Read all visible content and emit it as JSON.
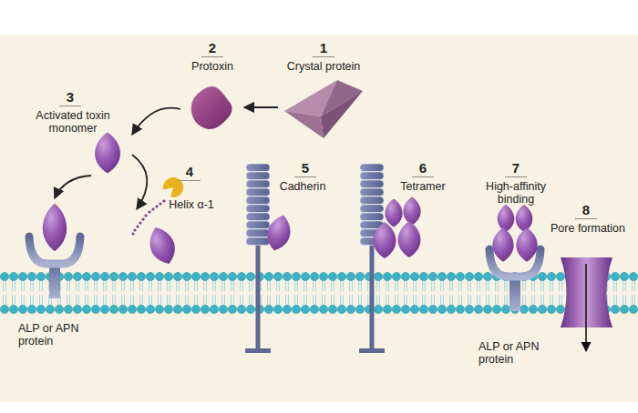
{
  "diagram": {
    "nodes": [
      {
        "text": [
          "1",
          "Crystal protein"
        ]
      },
      {
        "text": [
          "2",
          "Protoxin"
        ]
      },
      {
        "text": [
          "3",
          "Activated toxin monomer"
        ]
      },
      {
        "text": [
          "ALP or APN protein"
        ]
      },
      {
        "text": [
          "4",
          "Helix α-1"
        ]
      },
      {
        "text": [
          "5",
          "Cadherin"
        ]
      },
      {
        "text": [
          "6",
          "Tetramer"
        ]
      },
      {
        "text": [
          "7",
          "High-affinity binding",
          "ALP or APN protein"
        ]
      },
      {
        "text": [
          "8",
          "Pore formation"
        ]
      }
    ],
    "edges": [
      {
        "from": 0,
        "to": 1,
        "arrow": "to"
      },
      {
        "from": 1,
        "to": 2,
        "arrow": "to"
      },
      {
        "from": 2,
        "to": 3,
        "arrow": "to"
      },
      {
        "from": 2,
        "to": 4,
        "arrow": "to"
      }
    ]
  }
}
